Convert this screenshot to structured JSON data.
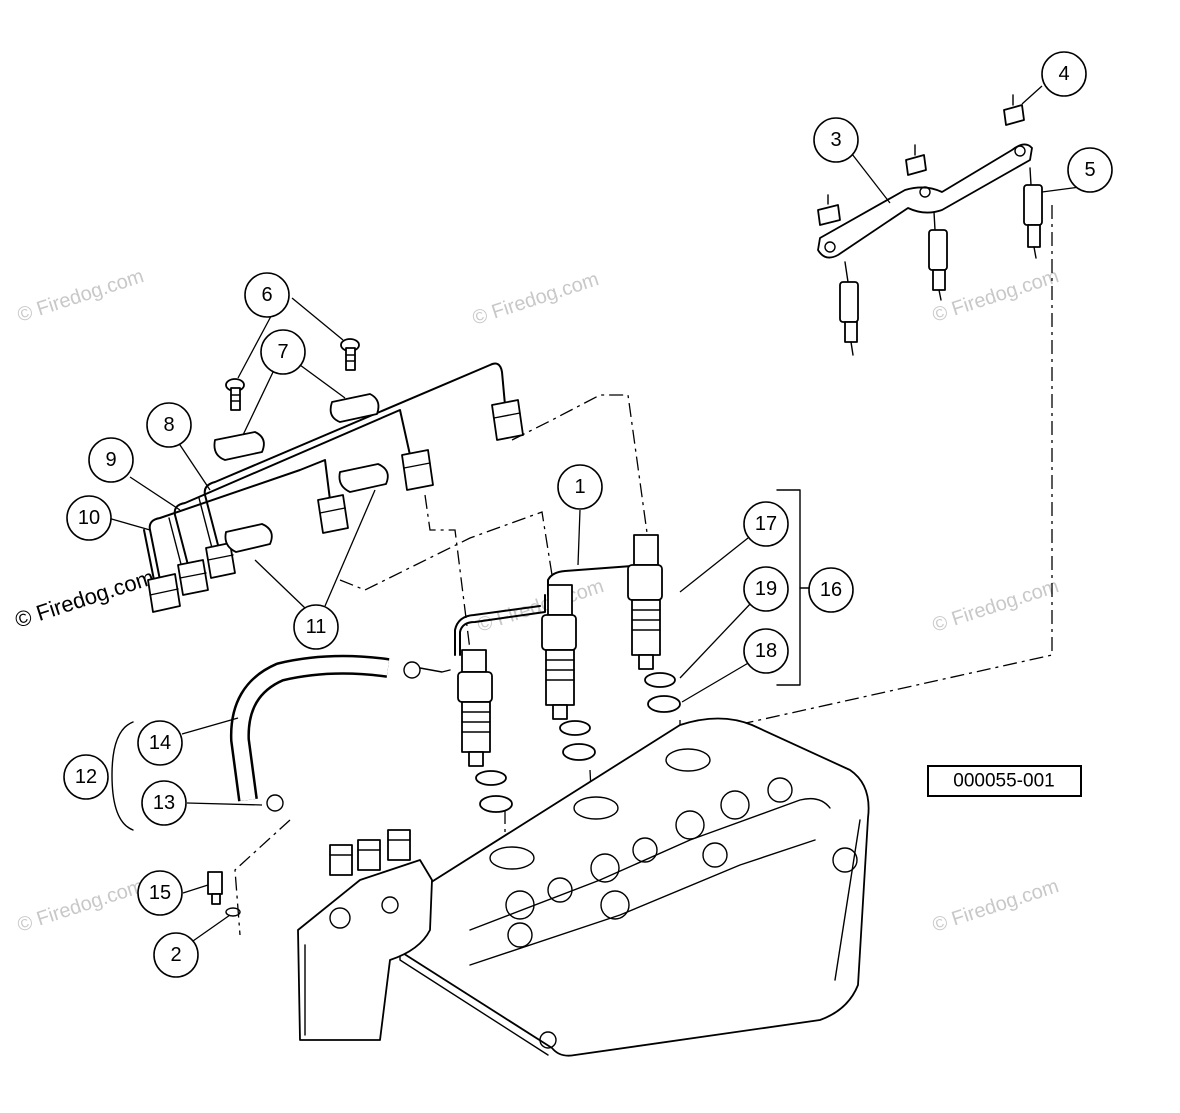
{
  "diagram": {
    "doc_number": "000055-001",
    "watermark_text": "© Firedog.com",
    "callouts": [
      {
        "id": "1",
        "label": "1"
      },
      {
        "id": "2",
        "label": "2"
      },
      {
        "id": "3",
        "label": "3"
      },
      {
        "id": "4",
        "label": "4"
      },
      {
        "id": "5",
        "label": "5"
      },
      {
        "id": "6",
        "label": "6"
      },
      {
        "id": "7",
        "label": "7"
      },
      {
        "id": "8",
        "label": "8"
      },
      {
        "id": "9",
        "label": "9"
      },
      {
        "id": "10",
        "label": "10"
      },
      {
        "id": "11",
        "label": "11"
      },
      {
        "id": "12",
        "label": "12"
      },
      {
        "id": "13",
        "label": "13"
      },
      {
        "id": "14",
        "label": "14"
      },
      {
        "id": "15",
        "label": "15"
      },
      {
        "id": "16",
        "label": "16"
      },
      {
        "id": "17",
        "label": "17"
      },
      {
        "id": "18",
        "label": "18"
      },
      {
        "id": "19",
        "label": "19"
      }
    ]
  }
}
